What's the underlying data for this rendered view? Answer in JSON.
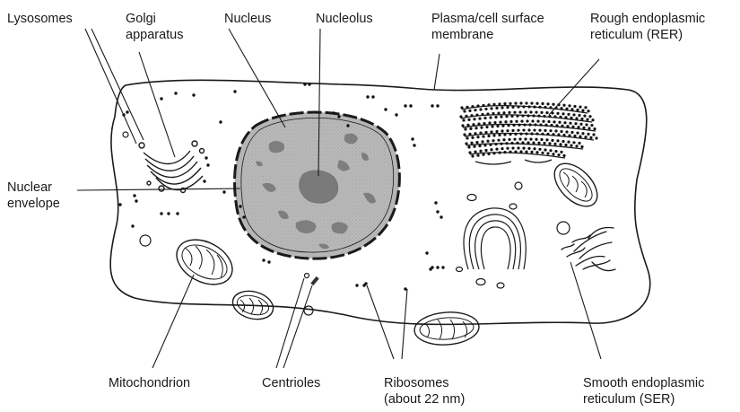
{
  "diagram": {
    "labels": {
      "lysosomes": [
        "Lysosomes"
      ],
      "golgi": [
        "Golgi",
        "apparatus"
      ],
      "nucleus": [
        "Nucleus"
      ],
      "nucleolus": [
        "Nucleolus"
      ],
      "plasma_membrane": [
        "Plasma/cell surface",
        "membrane"
      ],
      "rer": [
        "Rough endoplasmic",
        "reticulum (RER)"
      ],
      "nuclear_envelope": [
        "Nuclear",
        "envelope"
      ],
      "mitochondrion": [
        "Mitochondrion"
      ],
      "centrioles": [
        "Centrioles"
      ],
      "ribosomes": [
        "Ribosomes",
        "(about 22 nm)"
      ],
      "ser": [
        "Smooth endoplasmic",
        "reticulum (SER)"
      ]
    }
  }
}
